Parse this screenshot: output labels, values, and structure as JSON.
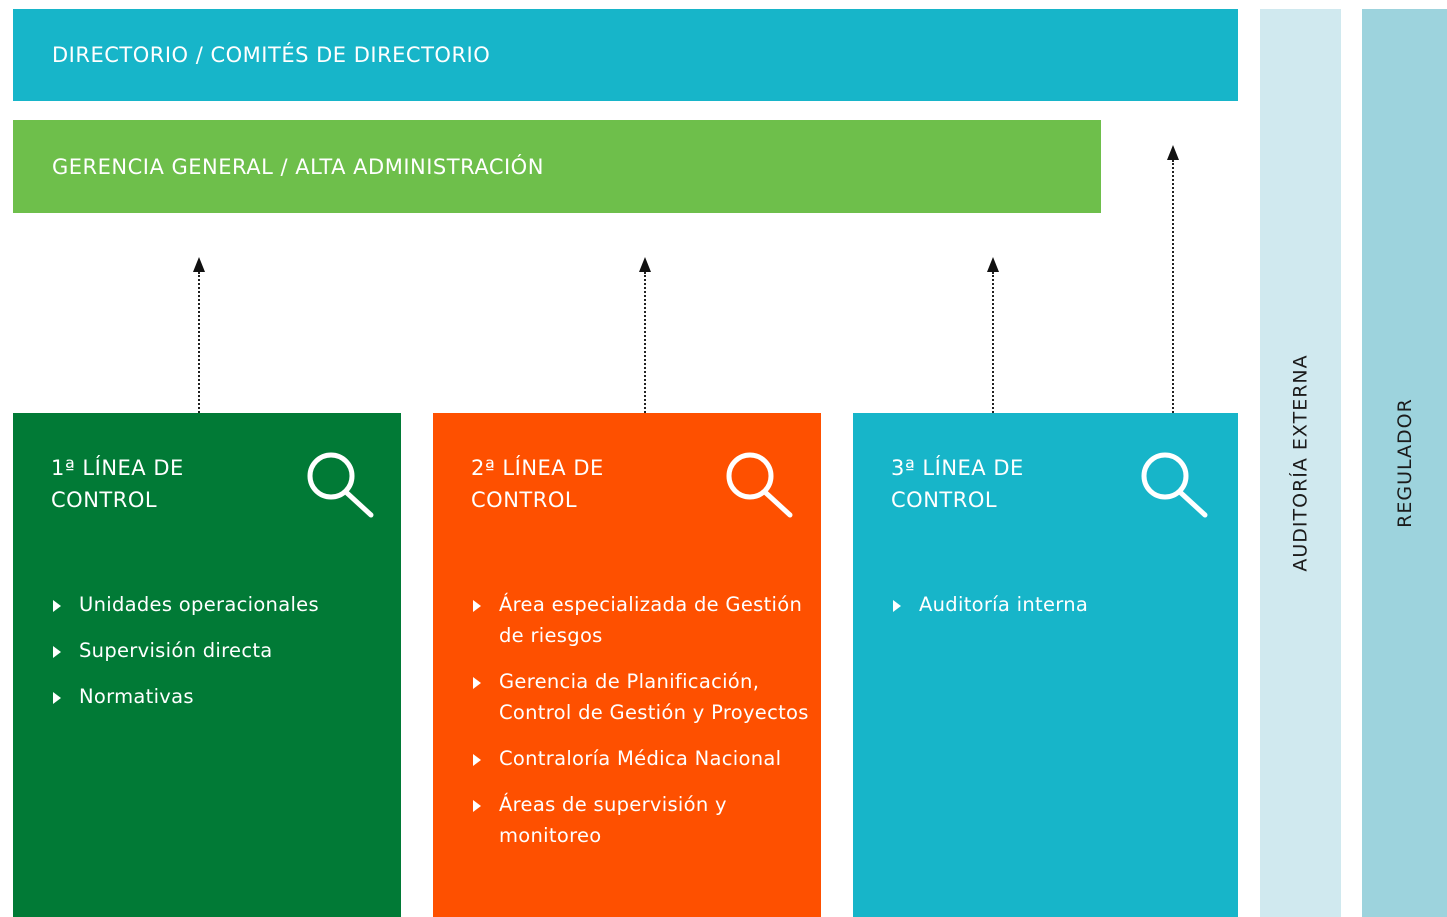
{
  "top_bars": {
    "directorio": "DIRECTORIO / COMITÉS DE DIRECTORIO",
    "gerencia": "GERENCIA GENERAL / ALTA ADMINISTRACIÓN"
  },
  "side_columns": {
    "auditoria_externa": "AUDITORÍA EXTERNA",
    "regulador": "REGULADOR"
  },
  "lines": [
    {
      "title": "1ª LÍNEA DE CONTROL",
      "color": "#017a36",
      "icon": "search-icon",
      "items": [
        "Unidades operacionales",
        "Supervisión directa",
        "Normativas"
      ]
    },
    {
      "title": "2ª LÍNEA DE CONTROL",
      "color": "#fe5000",
      "icon": "search-icon",
      "items": [
        "Área especializada de Gestión de riesgos",
        "Gerencia de Planificación, Control de Gestión y Proyectos",
        "Contraloría Médica Nacional",
        "Áreas de supervisión y monitoreo"
      ]
    },
    {
      "title": "3ª LÍNEA DE CONTROL",
      "color": "#17b5c9",
      "icon": "search-icon",
      "items": [
        "Auditoría interna"
      ]
    }
  ],
  "colors": {
    "directorio": "#17b5c9",
    "gerencia": "#6ebf4b",
    "auditoria_externa": "#d0e9ef",
    "regulador": "#9dd3dd"
  }
}
